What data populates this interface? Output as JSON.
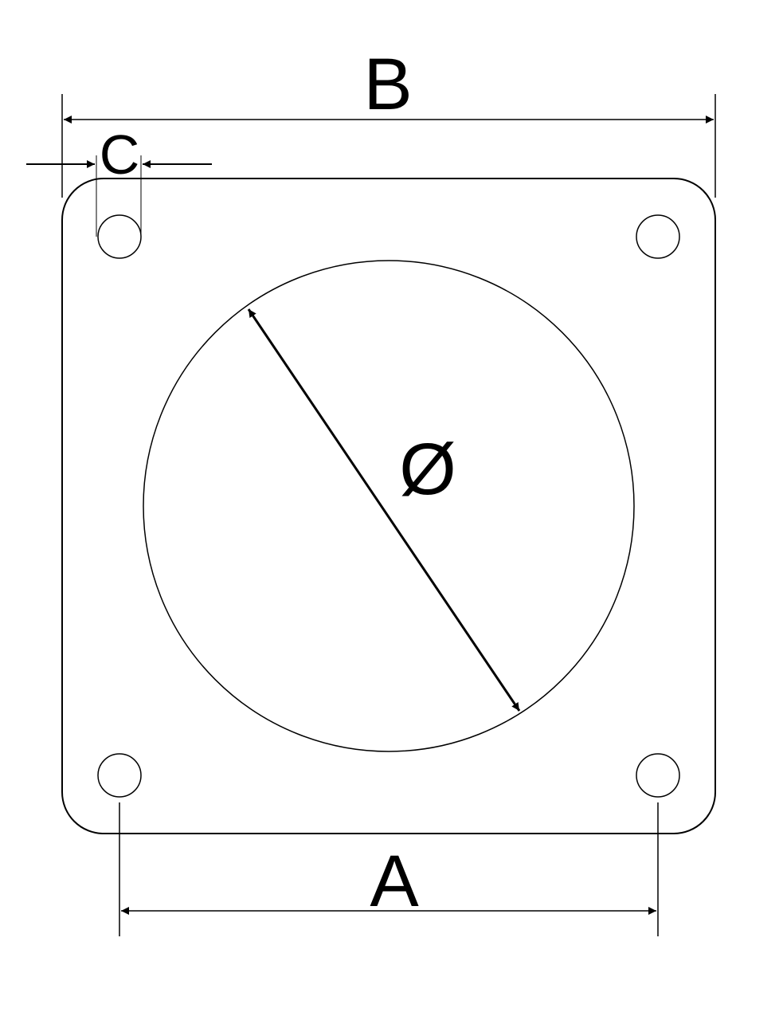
{
  "diagram": {
    "labels": {
      "overall_width": "B",
      "hole_diameter": "C",
      "hole_spacing": "A",
      "center_diameter": "Ø"
    },
    "colors": {
      "line": "#000000",
      "background": "#ffffff"
    }
  }
}
